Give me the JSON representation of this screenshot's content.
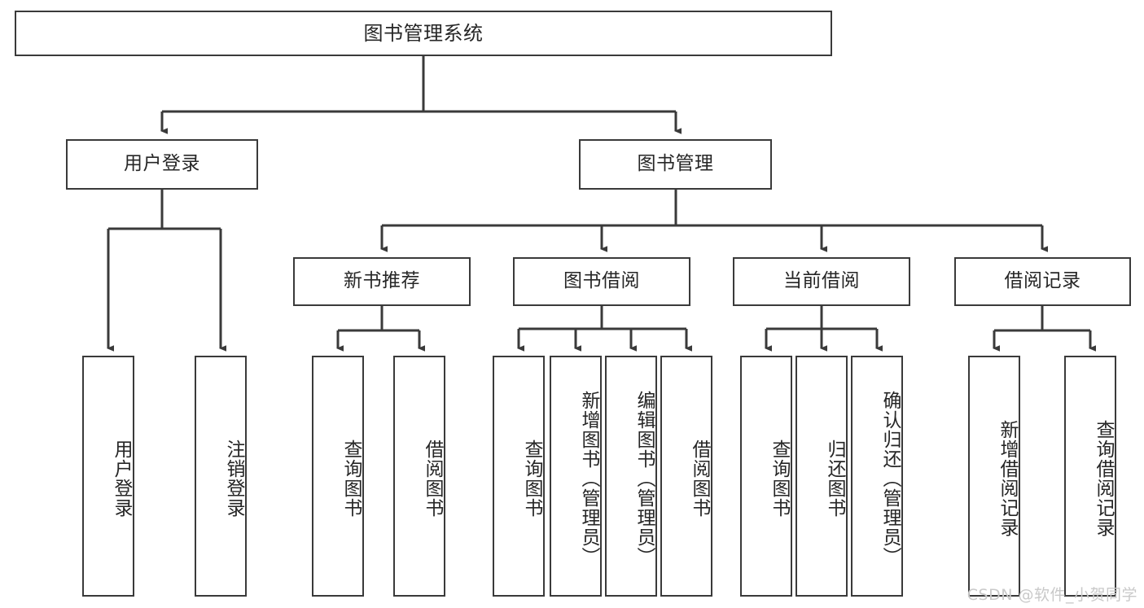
{
  "diagram": {
    "type": "tree",
    "title": "图书管理系统",
    "watermark": "CSDN @软件_小贺同学",
    "colors": {
      "stroke": "#3a3a3a",
      "fill": "#ffffff",
      "text": "#262626",
      "watermark": "#c9c9c9"
    },
    "levels": {
      "root": {
        "label": "图书管理系统"
      },
      "level2": [
        {
          "label": "用户登录"
        },
        {
          "label": "图书管理"
        }
      ],
      "level3": [
        {
          "label": "新书推荐"
        },
        {
          "label": "图书借阅"
        },
        {
          "label": "当前借阅"
        },
        {
          "label": "借阅记录"
        }
      ],
      "leaves": [
        {
          "label": "用户登录",
          "parent": "用户登录"
        },
        {
          "label": "注销登录",
          "parent": "用户登录"
        },
        {
          "label": "查询图书",
          "parent": "新书推荐"
        },
        {
          "label": "借阅图书",
          "parent": "新书推荐"
        },
        {
          "label": "查询图书",
          "parent": "图书借阅"
        },
        {
          "label": "新增图书（管理员）",
          "parent": "图书借阅"
        },
        {
          "label": "编辑图书（管理员）",
          "parent": "图书借阅"
        },
        {
          "label": "借阅图书",
          "parent": "图书借阅"
        },
        {
          "label": "查询图书",
          "parent": "当前借阅"
        },
        {
          "label": "归还图书",
          "parent": "当前借阅"
        },
        {
          "label": "确认归还（管理员）",
          "parent": "当前借阅"
        },
        {
          "label": "新增借阅记录",
          "parent": "借阅记录"
        },
        {
          "label": "查询借阅记录",
          "parent": "借阅记录"
        }
      ]
    }
  }
}
